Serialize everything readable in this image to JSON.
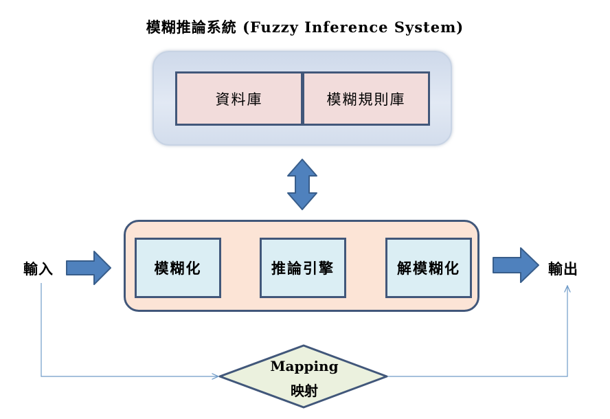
{
  "diagram": {
    "title": "模糊推論系統 (Fuzzy Inference System)",
    "knowledge_base": {
      "database_label": "資料庫",
      "rule_base_label": "模糊規則庫"
    },
    "process": {
      "fuzzifier_label": "模糊化",
      "inference_engine_label": "推論引擎",
      "defuzzifier_label": "解模糊化"
    },
    "input_label": "輸入",
    "output_label": "輸出",
    "mapping": {
      "label_en": "Mapping",
      "label_zh": "映射"
    }
  },
  "colors": {
    "arrow_fill": "#4f81bd",
    "arrow_stroke": "#385d8a",
    "box_border": "#41577a",
    "kb_box_fill": "#f2dcdb",
    "process_panel_fill": "#fce4d6",
    "process_box_fill": "#dbeef4",
    "mapping_fill": "#ebf1de",
    "connector_line": "#6f9bc8"
  }
}
